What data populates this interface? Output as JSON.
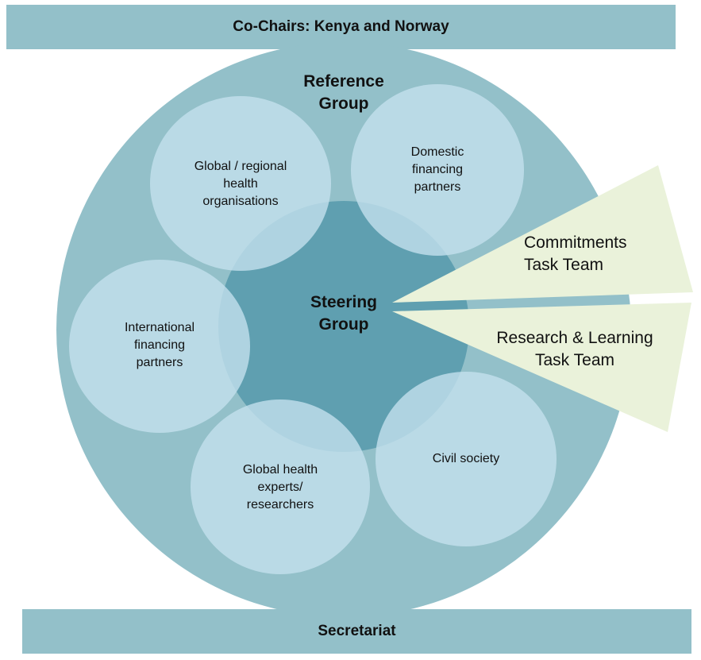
{
  "header": {
    "label": "Co-Chairs: Kenya and Norway"
  },
  "footer": {
    "label": "Secretariat"
  },
  "reference_group": {
    "label_line1": "Reference",
    "label_line2": "Group"
  },
  "steering_group": {
    "label_line1": "Steering",
    "label_line2": "Group"
  },
  "members": {
    "global_regional": [
      "Global / regional",
      "health",
      "organisations"
    ],
    "domestic": [
      "Domestic",
      "financing",
      "partners"
    ],
    "international": [
      "International",
      "financing",
      "partners"
    ],
    "experts": [
      "Global health",
      "experts/",
      "researchers"
    ],
    "civil_society": [
      "Civil society"
    ]
  },
  "task_teams": {
    "commitments": [
      "Commitments",
      "Task Team"
    ],
    "research": [
      "Research & Learning",
      "Task Team"
    ]
  },
  "colors": {
    "bar": "#93c0c9",
    "outer_circle": "#93c0c9",
    "steering": "#5f9fb0",
    "member_circle": "#c5e1ee",
    "task_team": "#eaf2da"
  }
}
